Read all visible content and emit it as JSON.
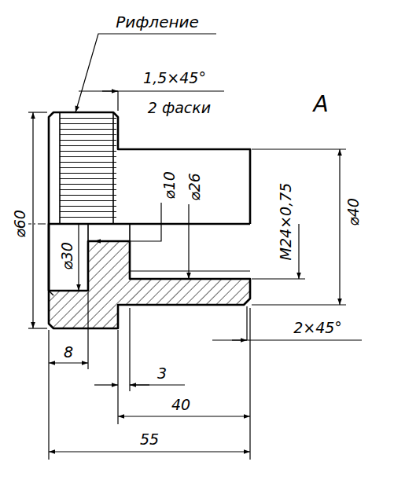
{
  "diagram": {
    "labels": [
      "Рифление",
      "1,5×45°",
      "2 фаски",
      "А",
      "⌀60",
      "⌀30",
      "⌀10",
      "⌀26",
      "M24×0,75",
      "⌀40",
      "2×45°",
      "8",
      "3",
      "40",
      "55"
    ]
  }
}
